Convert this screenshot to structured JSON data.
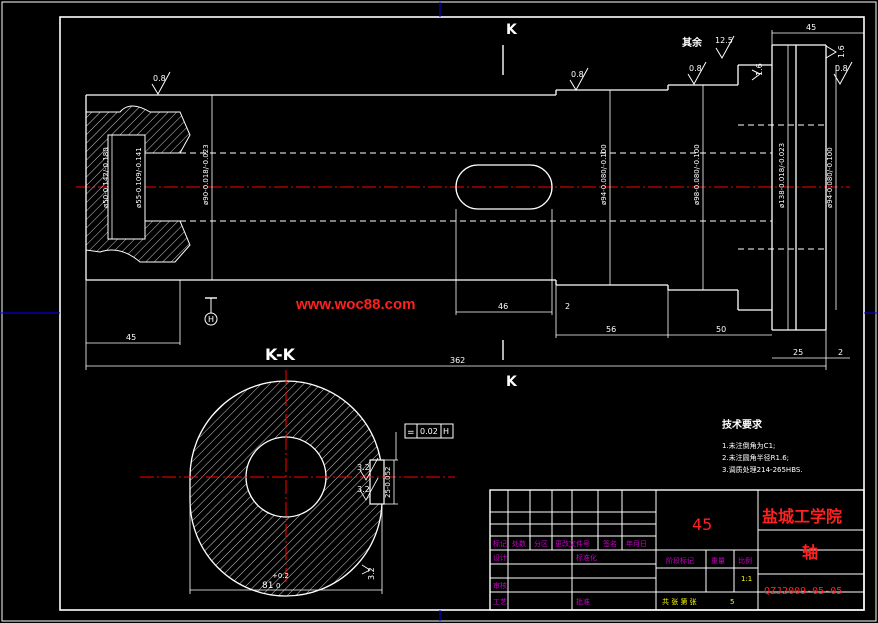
{
  "drawing": {
    "section_marker_top": "K",
    "section_marker_bottom": "K",
    "section_view_title": "K-K",
    "watermark": "www.woc88.com",
    "roughness_rest": "其余",
    "roughness_rest_value": "12.5",
    "roughness_values": [
      "0.8",
      "0.8",
      "0.8",
      "0.8",
      "1.6",
      "1.6",
      "3.2",
      "3.2",
      "3.2"
    ],
    "diameters": {
      "bore_outer": "ø50-0.142/-0.180",
      "bore_inner": "ø55-0.109/-0.141",
      "body": "ø90-0.018/-0.023",
      "seat_1": "ø94-0.080/-0.100",
      "seat_2": "ø98-0.080/-0.100",
      "flange": "ø138-0.018/-0.023",
      "seat_3": "ø94-0.080/-0.100"
    },
    "dimensions": {
      "overall_length": "362",
      "bore_depth": "45",
      "keyway_length": "46",
      "gap_1": "2",
      "step_1": "56",
      "step_2": "50",
      "flange_width": "25",
      "gap_2": "2",
      "flange_top": "45",
      "section_width": "81",
      "section_tol_upper": "+0.2",
      "section_tol_lower": "0",
      "key_width": "25-0.052"
    },
    "datum_label": "H",
    "geo_tolerance": {
      "symbol": "=",
      "value": "0.02",
      "datum": "H"
    },
    "tech_req": {
      "title": "技术要求",
      "items": [
        "1.未注倒角为C1;",
        "2.未注圆角半径R1.6;",
        "3.调质处理214-265HBS."
      ]
    }
  },
  "title_block": {
    "material": "45",
    "school": "盐城工学院",
    "part_name": "轴",
    "drawing_no": "QZJ2009-05-05",
    "header": [
      "标记",
      "处数",
      "分区",
      "更改文件号",
      "签名",
      "年月日"
    ],
    "left_rows": [
      "设计",
      "审核",
      "工艺"
    ],
    "standardize": "标准化",
    "approve": "批准",
    "stage": "阶段标记",
    "weight": "重量",
    "scale": "比例",
    "scale_value": "1:1",
    "sheets": "共 张 第 张",
    "sheet_num": "5"
  },
  "colors": {
    "frame": "#ffffff",
    "border": "#0000ff",
    "center": "#ff0000",
    "dim": "#ffffff",
    "title_text": "#ff0000",
    "watermark": "#ff2020"
  }
}
